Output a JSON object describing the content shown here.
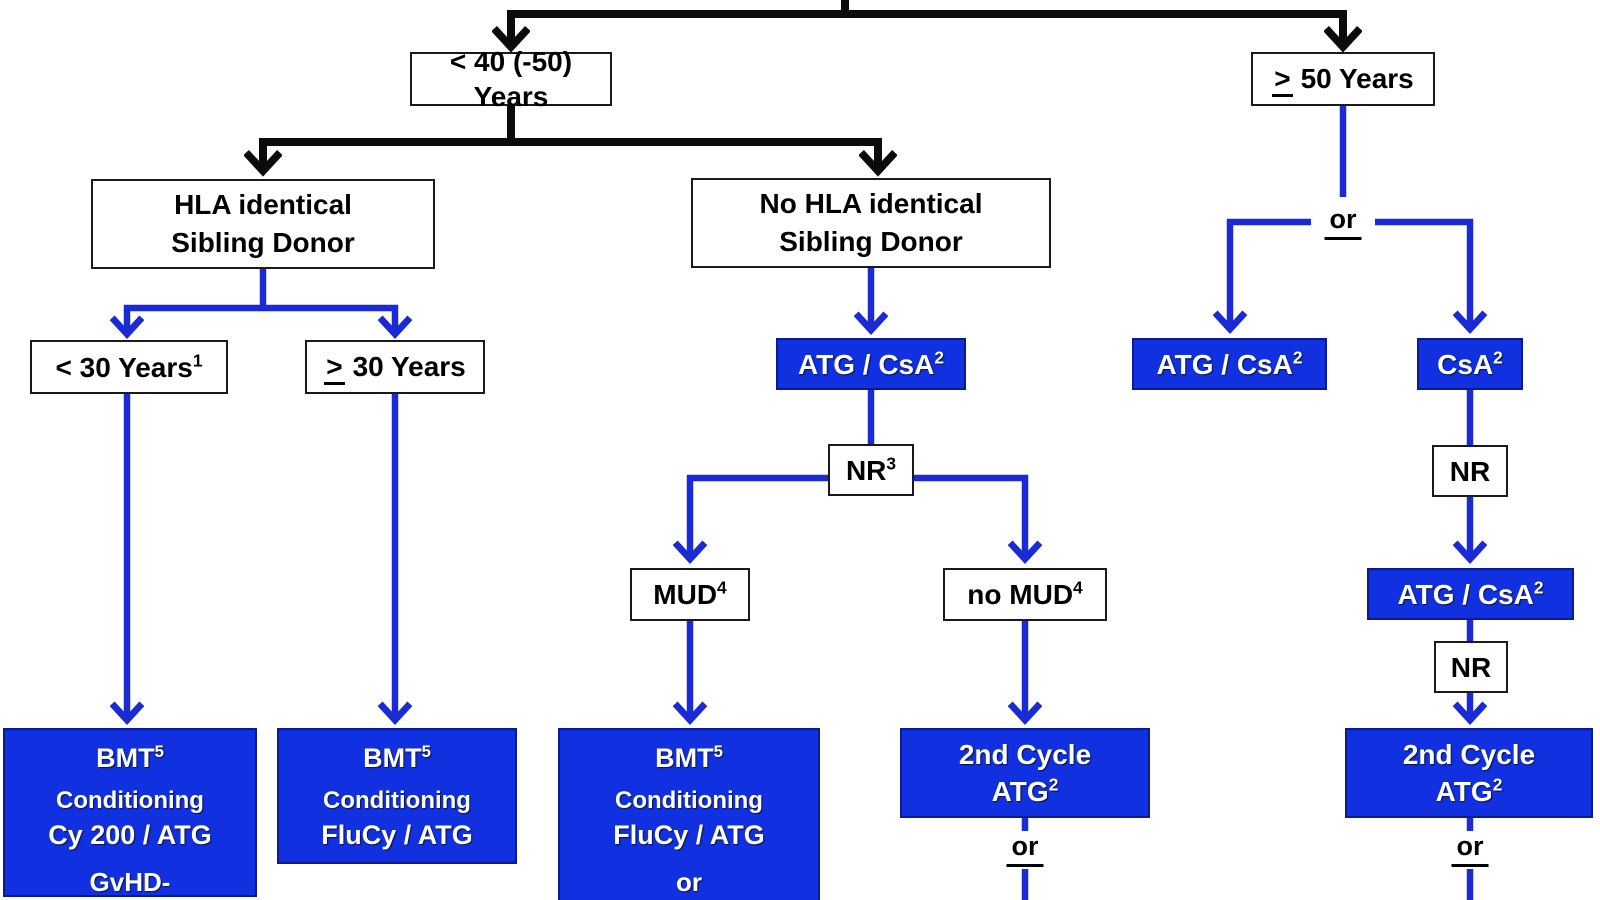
{
  "colors": {
    "box_blue": "#1130df",
    "box_blue_border": "#0a1a93",
    "line_blue": "#1a2ad4",
    "line_black": "#0b0b0b",
    "white_box_border": "#1a1a1a"
  },
  "nodes": {
    "age_lt40": {
      "text": "< 40 (-50) Years"
    },
    "age_ge50": {
      "gte": ">",
      "text": "50 Years"
    },
    "hla_sibling": {
      "l1": "HLA identical",
      "l2": "Sibling Donor"
    },
    "no_hla_sibling": {
      "l1": "No HLA identical",
      "l2": "Sibling Donor"
    },
    "age_lt30": {
      "text": "< 30 Years",
      "sup": "1"
    },
    "age_ge30": {
      "gte": ">",
      "text": "30 Years"
    },
    "atg_csa_mid": {
      "text": "ATG / CsA",
      "sup": "2"
    },
    "nr_mid": {
      "text": "NR",
      "sup": "3"
    },
    "mud": {
      "text": "MUD",
      "sup": "4"
    },
    "no_mud": {
      "text": "no MUD",
      "sup": "4"
    },
    "atg_csa_50left": {
      "text": "ATG / CsA",
      "sup": "2"
    },
    "csa_50right": {
      "text": "CsA",
      "sup": "2"
    },
    "nr_right1": {
      "text": "NR"
    },
    "atg_csa_right": {
      "text": "ATG / CsA",
      "sup": "2"
    },
    "nr_right2": {
      "text": "NR"
    },
    "bmt_cy": {
      "l1": {
        "text": "BMT",
        "sup": "5"
      },
      "l2": "Conditioning",
      "l3": "Cy 200 / ATG",
      "l4": "GvHD-"
    },
    "bmt_flucy_sib": {
      "l1": {
        "text": "BMT",
        "sup": "5"
      },
      "l2": "Conditioning",
      "l3": "FluCy / ATG"
    },
    "bmt_flucy_mud": {
      "l1": {
        "text": "BMT",
        "sup": "5"
      },
      "l2": "Conditioning",
      "l3": "FluCy / ATG",
      "l4": "or"
    },
    "cycle2_mid": {
      "l1": "2nd Cycle",
      "l2": {
        "text": "ATG",
        "sup": "2"
      }
    },
    "cycle2_right": {
      "l1": "2nd Cycle",
      "l2": {
        "text": "ATG",
        "sup": "2"
      }
    }
  },
  "labels": {
    "or_junction": "or",
    "or_mid": "or",
    "or_right": "or"
  }
}
